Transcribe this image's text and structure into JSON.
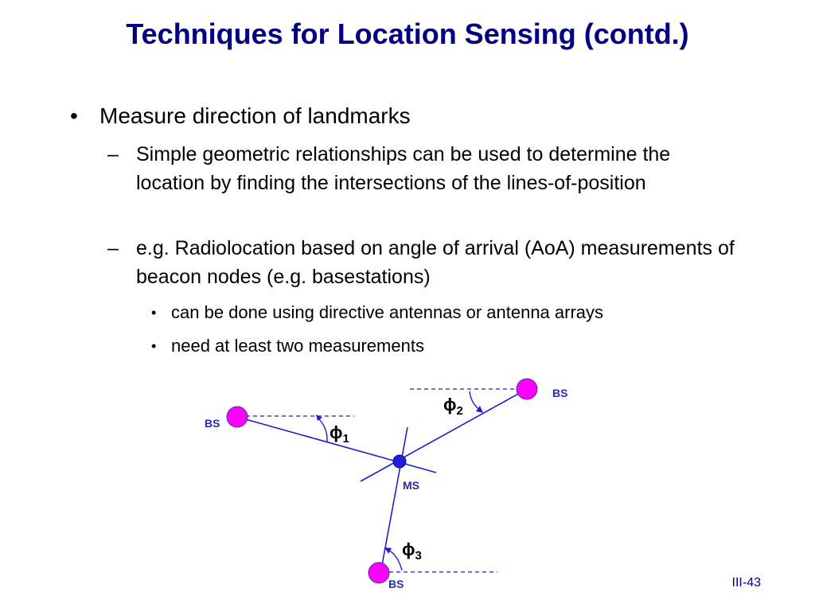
{
  "slide": {
    "title": "Techniques for Location Sensing (contd.)",
    "page_number": "III-43"
  },
  "bullets": {
    "main": "Measure direction of landmarks",
    "sub1": "Simple geometric relationships can be used to determine the location by finding the intersections of the lines-of-position",
    "sub2": "e.g. Radiolocation based on angle of arrival (AoA) measurements of beacon nodes (e.g. basestations)",
    "sub2_items": [
      "can be done using directive antennas or antenna arrays",
      "need at least two measurements"
    ],
    "bullet_glyph": "•",
    "dash_glyph": "–"
  },
  "diagram": {
    "bs_label": "BS",
    "ms_label": "MS",
    "phi_symbol": "ϕ",
    "angle_indices": [
      "1",
      "2",
      "3"
    ],
    "colors": {
      "bs_fill": "#ff00ff",
      "ms_fill": "#2020e0",
      "line": "#1f1fcc",
      "label": "#2a2ab0",
      "title": "#000080"
    }
  }
}
